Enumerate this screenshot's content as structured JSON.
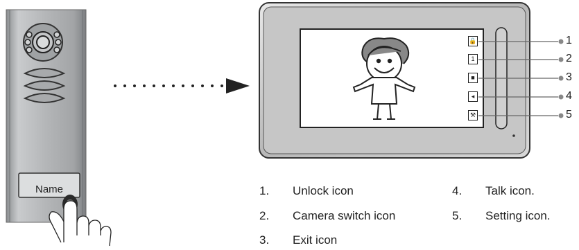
{
  "doorbell": {
    "name_label": "Name"
  },
  "monitor": {
    "buttons": [
      {
        "number": "1",
        "icon": "unlock-icon",
        "glyph": "🔒"
      },
      {
        "number": "2",
        "icon": "camera-switch-icon",
        "glyph": "1"
      },
      {
        "number": "3",
        "icon": "exit-icon",
        "glyph": "■"
      },
      {
        "number": "4",
        "icon": "talk-icon",
        "glyph": "◂"
      },
      {
        "number": "5",
        "icon": "setting-icon",
        "glyph": "⚒"
      }
    ]
  },
  "legend": [
    {
      "num": "1.",
      "text": "Unlock icon"
    },
    {
      "num": "2.",
      "text": "Camera switch icon"
    },
    {
      "num": "3.",
      "text": "Exit icon"
    },
    {
      "num": "4.",
      "text": "Talk icon."
    },
    {
      "num": "5.",
      "text": "Setting icon."
    }
  ]
}
